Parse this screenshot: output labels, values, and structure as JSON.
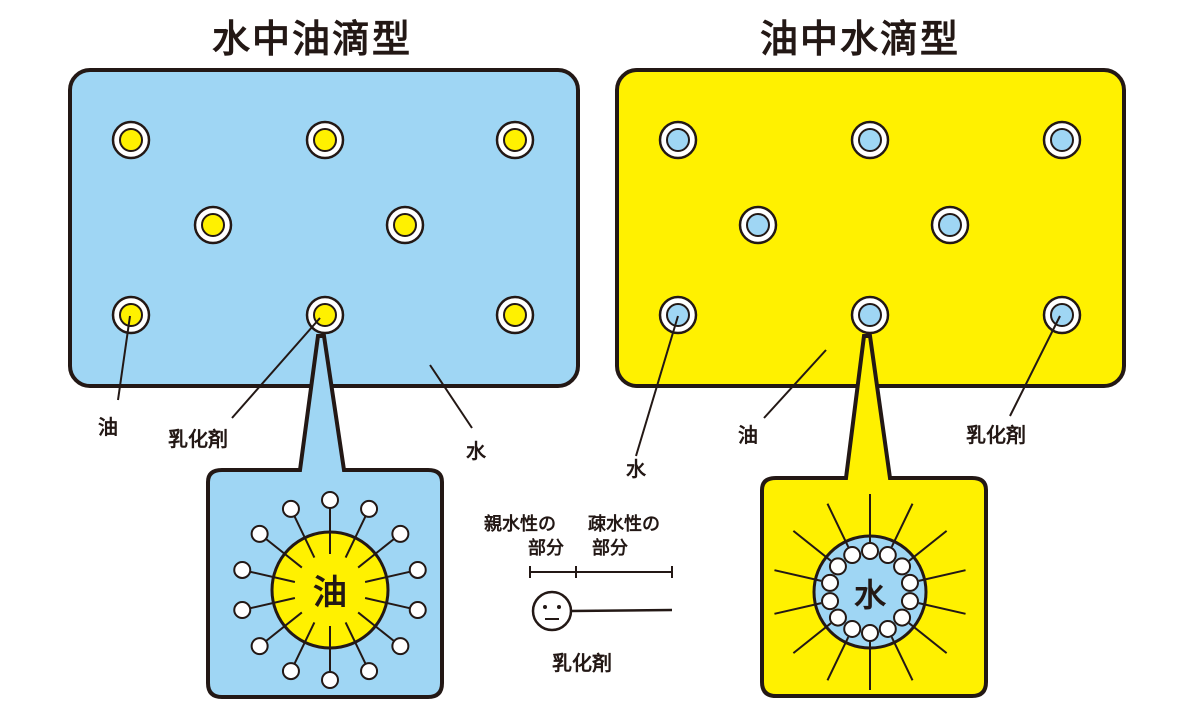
{
  "left_panel": {
    "title": "水中油滴型",
    "label_oil": "油",
    "label_emulsifier": "乳化剤",
    "label_water": "水",
    "zoom_center": "油",
    "color_bg": "#9fd6f4",
    "color_droplet": "#fff100"
  },
  "right_panel": {
    "title": "油中水滴型",
    "label_water": "水",
    "label_oil": "油",
    "label_emulsifier": "乳化剤",
    "zoom_center": "水",
    "color_bg": "#fff100",
    "color_droplet": "#9fd6f4"
  },
  "legend": {
    "hydrophilic_line1": "親水性の",
    "hydrophilic_line2": "部分",
    "hydrophobic_line1": "疎水性の",
    "hydrophobic_line2": "部分",
    "caption": "乳化剤"
  }
}
